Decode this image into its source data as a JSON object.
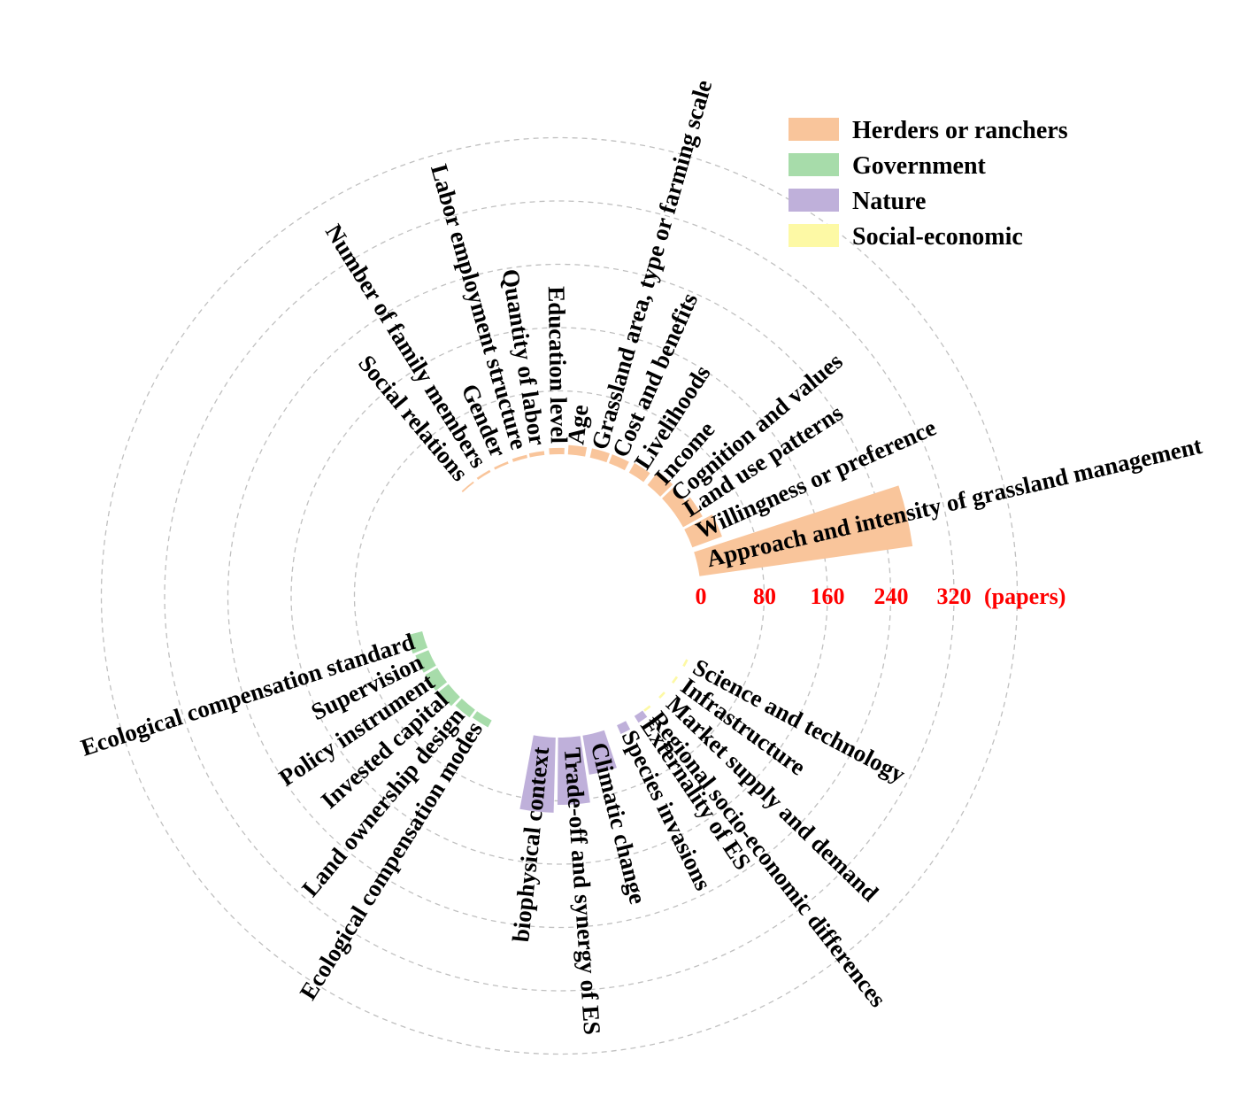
{
  "chart_data": {
    "type": "radial-bar",
    "unit_label": "(papers)",
    "ticks": [
      0,
      80,
      160,
      240,
      320
    ],
    "rmax": 320,
    "grid": true,
    "legend_position": "top-right",
    "legend": [
      {
        "name": "Herders or ranchers",
        "color": "#f9c59b"
      },
      {
        "name": "Government",
        "color": "#a7dcaa"
      },
      {
        "name": "Nature",
        "color": "#bfb0da"
      },
      {
        "name": "Social-economic",
        "color": "#fdf9a5"
      }
    ],
    "bars": [
      {
        "label": "Approach and intensity of grassland management",
        "value": 272,
        "group": "Herders or ranchers"
      },
      {
        "label": "Willingness or preference",
        "value": 40,
        "group": "Herders or ranchers"
      },
      {
        "label": "Land use patterns",
        "value": 28,
        "group": "Herders or ranchers"
      },
      {
        "label": "Cognition and values",
        "value": 20,
        "group": "Herders or ranchers"
      },
      {
        "label": "Income",
        "value": 22,
        "group": "Herders or ranchers"
      },
      {
        "label": "Livelihoods",
        "value": 14,
        "group": "Herders or ranchers"
      },
      {
        "label": "Cost and benefits",
        "value": 12,
        "group": "Herders or ranchers"
      },
      {
        "label": "Grassland area, type or farming scale",
        "value": 12,
        "group": "Herders or ranchers"
      },
      {
        "label": "Age",
        "value": 12,
        "group": "Herders or ranchers"
      },
      {
        "label": "Education level",
        "value": 8,
        "group": "Herders or ranchers"
      },
      {
        "label": "Quantity of labor",
        "value": 5,
        "group": "Herders or ranchers"
      },
      {
        "label": "Labor employment structure",
        "value": 4,
        "group": "Herders or ranchers"
      },
      {
        "label": "Gender",
        "value": 3,
        "group": "Herders or ranchers"
      },
      {
        "label": "Number of family members",
        "value": 3,
        "group": "Herders or ranchers"
      },
      {
        "label": "Social relations",
        "value": 2,
        "group": "Herders or ranchers"
      },
      {
        "label": "Ecological compensation standard",
        "value": 20,
        "group": "Government"
      },
      {
        "label": "Supervision",
        "value": 18,
        "group": "Government"
      },
      {
        "label": "Policy instrument",
        "value": 18,
        "group": "Government"
      },
      {
        "label": "Invested capital",
        "value": 16,
        "group": "Government"
      },
      {
        "label": "Land ownership design",
        "value": 12,
        "group": "Government"
      },
      {
        "label": "Ecological compensation modes",
        "value": 10,
        "group": "Government"
      },
      {
        "label": "biophysical context",
        "value": 95,
        "group": "Nature"
      },
      {
        "label": "Trade-off and synergy of ES",
        "value": 85,
        "group": "Nature"
      },
      {
        "label": "Climatic change",
        "value": 50,
        "group": "Nature"
      },
      {
        "label": "Species invasions",
        "value": 12,
        "group": "Nature"
      },
      {
        "label": "Externality of ES",
        "value": 10,
        "group": "Nature"
      },
      {
        "label": "Regional socio-economic differences",
        "value": 3,
        "group": "Social-economic"
      },
      {
        "label": "Market supply and demand",
        "value": 3,
        "group": "Social-economic"
      },
      {
        "label": "Infrastructure",
        "value": 3,
        "group": "Social-economic"
      },
      {
        "label": "Science and technology",
        "value": 3,
        "group": "Social-economic"
      }
    ]
  }
}
